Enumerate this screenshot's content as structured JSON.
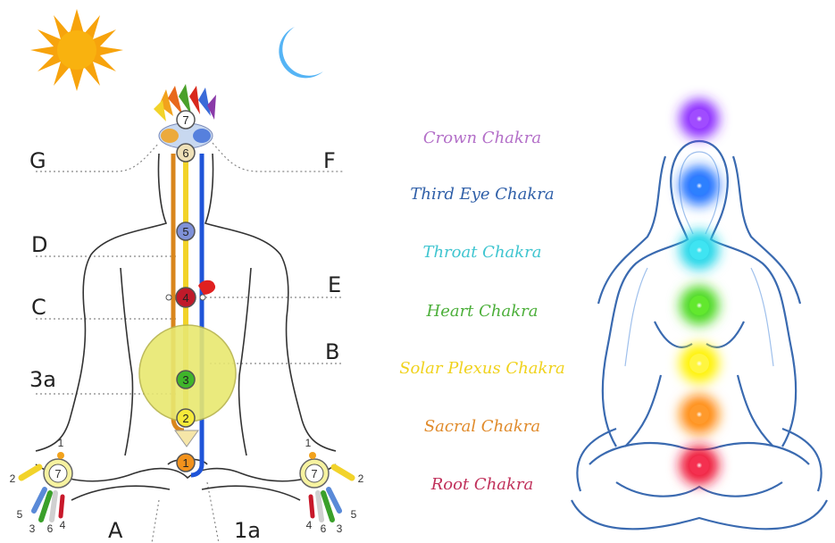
{
  "left_diagram": {
    "side_labels": {
      "G": "G",
      "F": "F",
      "D": "D",
      "E": "E",
      "C": "C",
      "B": "B",
      "3a": "3a",
      "A": "A",
      "1a": "1a"
    },
    "spine_numbers": [
      "7",
      "6",
      "5",
      "4",
      "3",
      "2",
      "1"
    ],
    "hand_numbers": {
      "left": [
        "1",
        "2",
        "5",
        "3",
        "6",
        "4",
        "7"
      ],
      "right": [
        "1",
        "2",
        "5",
        "3",
        "6",
        "4",
        "7"
      ]
    },
    "icons": [
      "sun-icon",
      "moon-icon",
      "lotus-crown-icon"
    ]
  },
  "chakra_list": [
    {
      "name": "Crown Chakra",
      "color": "#b36fc8"
    },
    {
      "name": "Third Eye Chakra",
      "color": "#2f5fa8"
    },
    {
      "name": "Throat Chakra",
      "color": "#3fc5d0"
    },
    {
      "name": "Heart Chakra",
      "color": "#4caf3a"
    },
    {
      "name": "Solar Plexus Chakra",
      "color": "#f0d21c"
    },
    {
      "name": "Sacral Chakra",
      "color": "#e08a2a"
    },
    {
      "name": "Root Chakra",
      "color": "#c0305a"
    }
  ],
  "orb_colors": [
    "#8b2bff",
    "#1b6fff",
    "#22d6e8",
    "#4ad81a",
    "#fff200",
    "#ff8a10",
    "#ee1638"
  ]
}
